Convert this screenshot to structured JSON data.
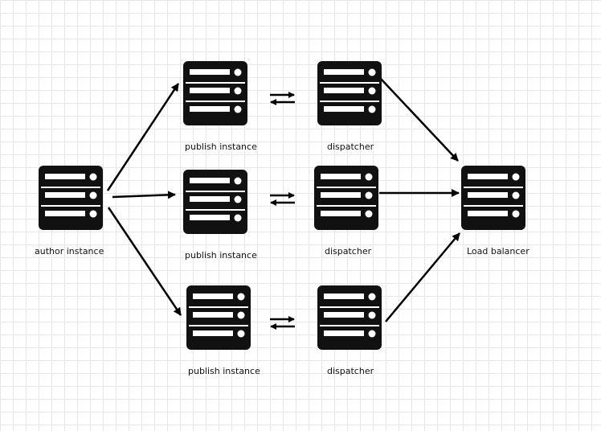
{
  "nodes": {
    "author": {
      "label": "author instance"
    },
    "publish1": {
      "label": "publish instance"
    },
    "publish2": {
      "label": "publish instance"
    },
    "publish3": {
      "label": "publish instance"
    },
    "dispatcher1": {
      "label": "dispatcher"
    },
    "dispatcher2": {
      "label": "dispatcher"
    },
    "dispatcher3": {
      "label": "dispatcher"
    },
    "loadbalancer": {
      "label": "Load balancer"
    }
  },
  "edges": [
    {
      "from": "author",
      "to": "publish1",
      "type": "arrow"
    },
    {
      "from": "author",
      "to": "publish2",
      "type": "arrow"
    },
    {
      "from": "author",
      "to": "publish3",
      "type": "arrow"
    },
    {
      "from": "publish1",
      "to": "dispatcher1",
      "type": "bidirectional"
    },
    {
      "from": "publish2",
      "to": "dispatcher2",
      "type": "bidirectional"
    },
    {
      "from": "publish3",
      "to": "dispatcher3",
      "type": "bidirectional"
    },
    {
      "from": "dispatcher1",
      "to": "loadbalancer",
      "type": "arrow"
    },
    {
      "from": "dispatcher2",
      "to": "loadbalancer",
      "type": "arrow"
    },
    {
      "from": "dispatcher3",
      "to": "loadbalancer",
      "type": "arrow"
    }
  ],
  "icon": "server-rack-icon"
}
